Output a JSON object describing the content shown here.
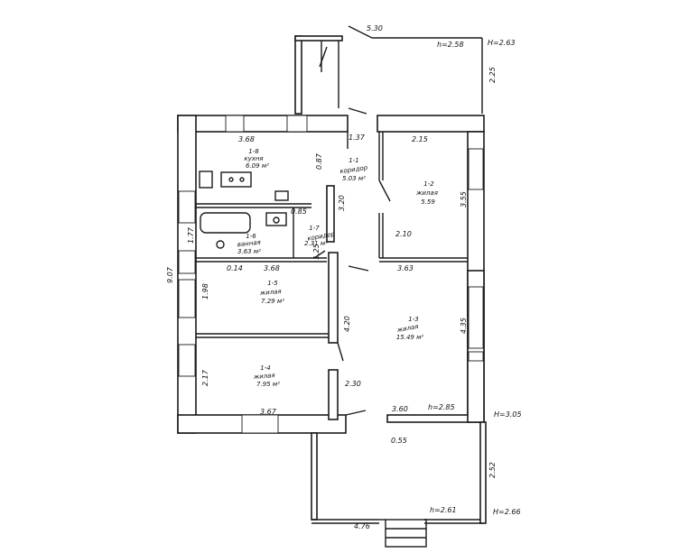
{
  "rooms": {
    "r8": {
      "num": "1-8",
      "name": "кухня",
      "area": "6.09 м²"
    },
    "r1": {
      "num": "1-1",
      "name": "коридор",
      "area": "5.03 м²"
    },
    "r2": {
      "num": "1-2",
      "name": "жилая",
      "area": "5.59"
    },
    "r7": {
      "num": "1-7",
      "name": "коридор",
      "area": "2.31 м²"
    },
    "r6": {
      "num": "1-6",
      "name": "ванная",
      "area": "3.63 м²"
    },
    "r5": {
      "num": "1-5",
      "name": "жилая",
      "area": "7.29 м²"
    },
    "r3": {
      "num": "1-3",
      "name": "жилая",
      "area": "15.49 м²"
    },
    "r4": {
      "num": "1-4",
      "name": "жилая",
      "area": "7.95 м²"
    }
  },
  "dimensions": {
    "porch_top": "5.30",
    "porch_side": "2.25",
    "kitchen_w": "3.68",
    "d_137": "1.37",
    "r2_w": "2.15",
    "r2_h": "3.55",
    "d_087": "0.87",
    "d_320": "3.20",
    "d_085": "0.85",
    "d_210": "2.10",
    "d_177": "1.77",
    "d_125": "1.25",
    "d_014": "0.14",
    "bath_w": "3.68",
    "r3_w": "3.63",
    "left_total": "9.07",
    "r5_h": "1.98",
    "r3_side": "4.35",
    "hall_h": "4.20",
    "r4_h": "2.17",
    "d_230": "2.30",
    "r4_w": "3.67",
    "bottom_w": "3.60",
    "d_055": "0.55",
    "terrace_side": "2.52",
    "terrace_w": "4.76"
  },
  "heights": {
    "b_top": "h=2.58",
    "H_top": "H=2.63",
    "b_main": "h=2.85",
    "H_main": "H=3.05",
    "b_terrace": "h=2.61",
    "H_terrace": "H=2.66"
  },
  "colors": {
    "ink": "#1a1a1a",
    "paper": "#ffffff"
  }
}
